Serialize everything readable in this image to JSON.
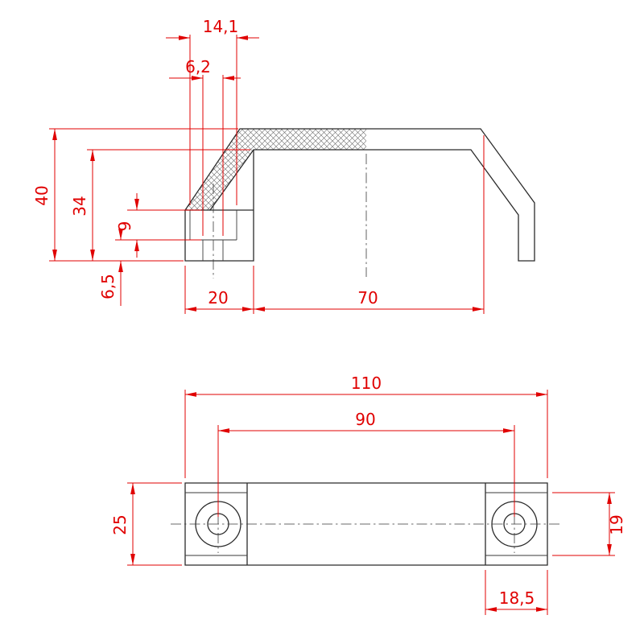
{
  "colors": {
    "dimension": "#e00000",
    "line": "#2b2b2b",
    "background": "#ffffff"
  },
  "side_view": {
    "counterbore_dia": "14,1",
    "hole_dia": "6,2",
    "overall_height": "40",
    "underside_height": "34",
    "counterbore_depth": "9",
    "base_thickness": "6,5",
    "foot_length": "20",
    "inner_span": "70"
  },
  "plan_view": {
    "overall_length": "110",
    "hole_spacing": "90",
    "overall_width": "25",
    "inner_width": "19",
    "end_block_length": "18,5"
  }
}
